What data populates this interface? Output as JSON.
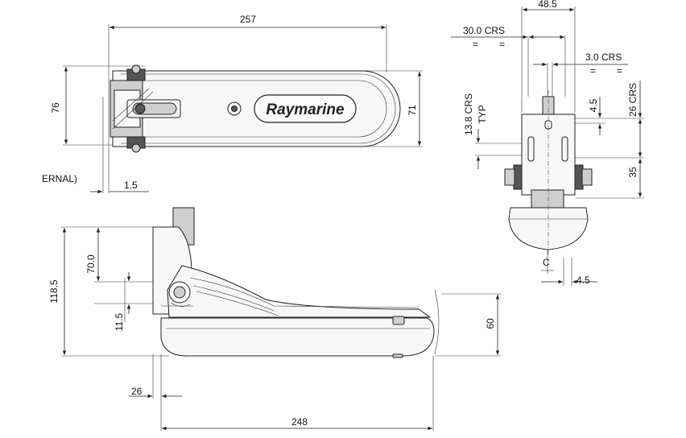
{
  "brand": "Raymarine",
  "top_view": {
    "length": "257",
    "height_left": "76",
    "height_right": "71",
    "offset": "1.5",
    "note_fragment": "ERNAL)"
  },
  "end_view": {
    "width": "48.5",
    "crs_30": "30.0 CRS",
    "crs_3": "3.0 CRS",
    "equals_1": "=",
    "equals_2": "=",
    "equals_3": "=",
    "equals_4": "=",
    "crs_26": "26 CRS",
    "dim_4_5_upper": "4.5",
    "crs_13_8": "13.8 CRS",
    "typ": "TYP",
    "dim_35": "35",
    "centerline": "C",
    "dim_4_5_lower": "4.5"
  },
  "side_view": {
    "dim_118_5": "118.5",
    "dim_70_0": "70.0",
    "dim_11_5": "11.5",
    "dim_60": "60",
    "dim_26": "26",
    "dim_248": "248"
  }
}
